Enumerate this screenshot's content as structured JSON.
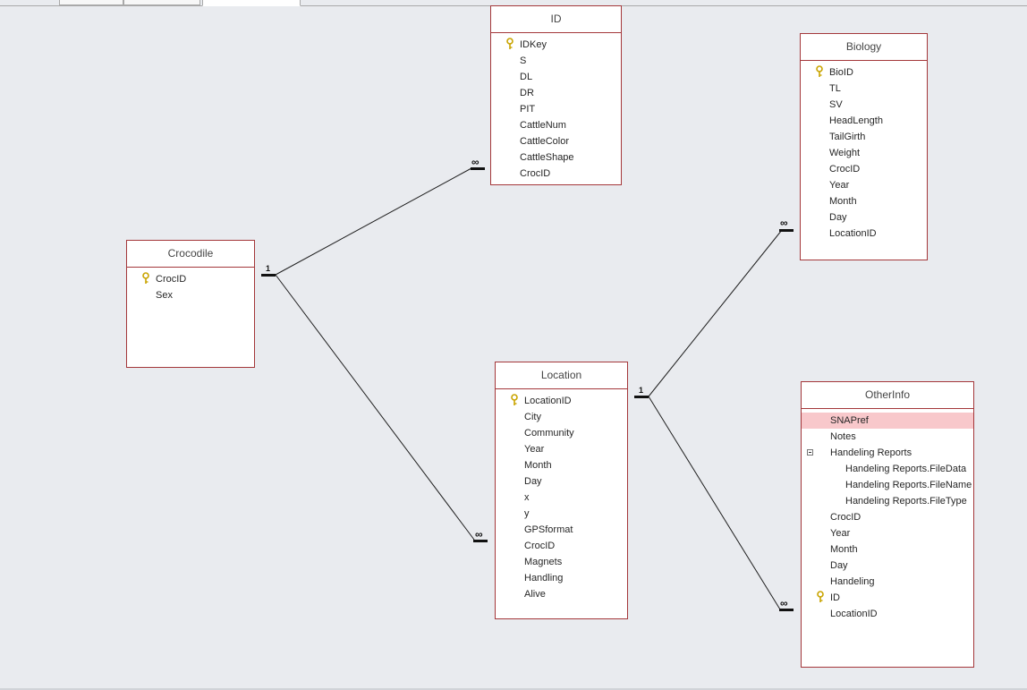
{
  "colors": {
    "canvas": "#e9ebef",
    "table_border": "#a4373a",
    "line": "#1e1e1e",
    "highlight": "#f8c8cb",
    "key_icon": "#c9a400"
  },
  "tables": {
    "id": {
      "title": "ID",
      "fields": [
        "IDKey",
        "S",
        "DL",
        "DR",
        "PIT",
        "CattleNum",
        "CattleColor",
        "CattleShape",
        "CrocID"
      ]
    },
    "biology": {
      "title": "Biology",
      "fields": [
        "BioID",
        "TL",
        "SV",
        "HeadLength",
        "TailGirth",
        "Weight",
        "CrocID",
        "Year",
        "Month",
        "Day",
        "LocationID"
      ]
    },
    "crocodile": {
      "title": "Crocodile",
      "fields": [
        "CrocID",
        "Sex"
      ]
    },
    "location": {
      "title": "Location",
      "fields": [
        "LocationID",
        "City",
        "Community",
        "Year",
        "Month",
        "Day",
        "x",
        "y",
        "GPSformat",
        "CrocID",
        "Magnets",
        "Handling",
        "Alive"
      ]
    },
    "otherinfo": {
      "title": "OtherInfo",
      "fields": [
        "SNAPref",
        "Notes",
        "Handeling Reports",
        "Handeling Reports.FileData",
        "Handeling Reports.FileName",
        "Handeling Reports.FileType",
        "CrocID",
        "Year",
        "Month",
        "Day",
        "Handeling",
        "ID",
        "LocationID"
      ]
    }
  },
  "relationships": {
    "one": "1",
    "many": "∞"
  }
}
